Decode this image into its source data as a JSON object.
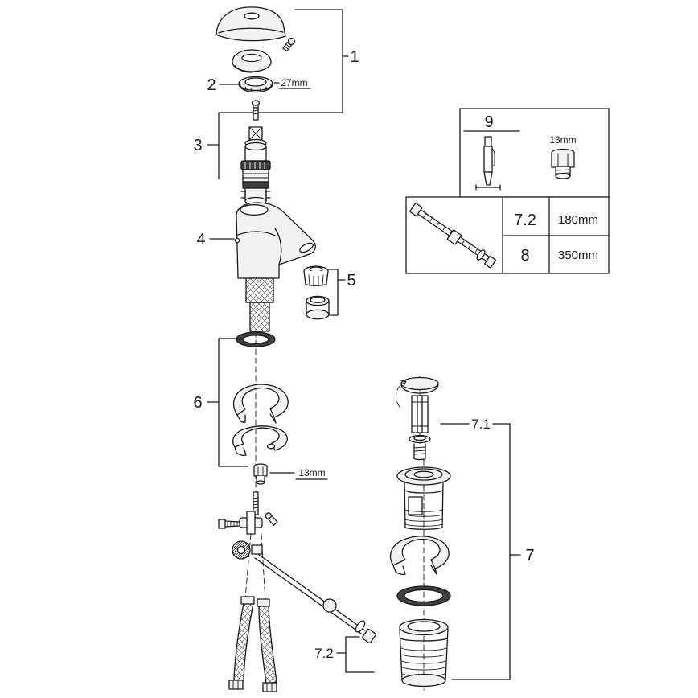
{
  "colors": {
    "line": "#1a1a1a",
    "background": "#ffffff"
  },
  "callouts": {
    "c1": "1",
    "c2": "2",
    "c3": "3",
    "c4": "4",
    "c5": "5",
    "c6": "6",
    "c7": "7",
    "c7_1": "7.1",
    "c7_2": "7.2",
    "c9": "9"
  },
  "measurements": {
    "ring_nut": "27mm",
    "mount_nut": "13mm",
    "service_nut": "13mm"
  },
  "parts_table": {
    "rows": [
      {
        "ref": "7.2",
        "length": "180mm"
      },
      {
        "ref": "8",
        "length": "350mm"
      }
    ]
  }
}
